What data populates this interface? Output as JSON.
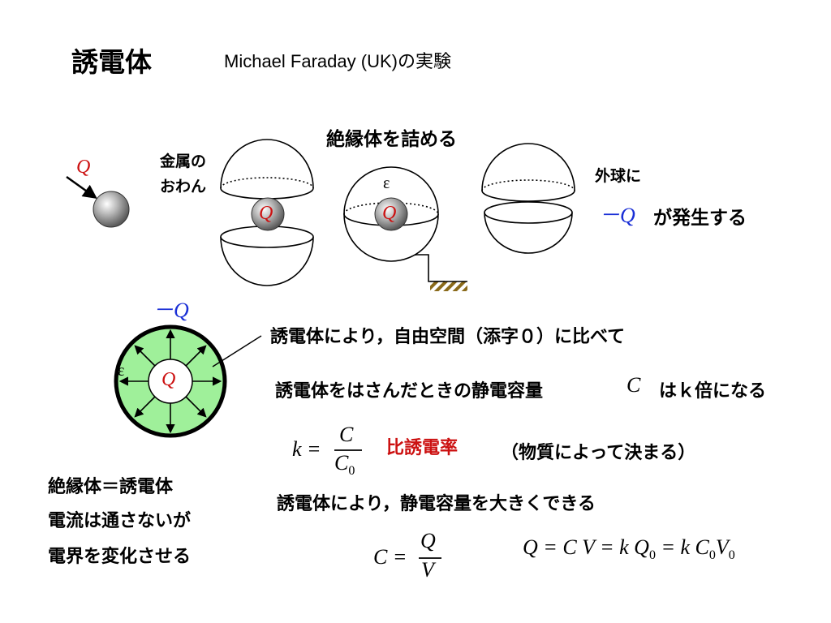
{
  "header": {
    "title": "誘電体",
    "subtitle": "Michael Faraday (UK)の実験"
  },
  "experiment": {
    "charge_q": "Q",
    "bowl_label_line1": "金属の",
    "bowl_label_line2": "おわん",
    "fill_label": "絶縁体を詰める",
    "epsilon_small": "ε",
    "inner_q_left": "Q",
    "inner_q_mid": "Q",
    "outer_label": "外球に",
    "neg_q": "－Q",
    "generated": "が発生する"
  },
  "field_diagram": {
    "neg_q": "－Q",
    "epsilon": "ε",
    "center_q": "Q"
  },
  "statements": {
    "line1": "誘電体により，自由空間（添字０）に比べて",
    "line2_a": "誘電体をはさんだときの静電容量",
    "line2_c": "C",
    "line2_b": "はｋ倍になる",
    "eq1_lhs": "k =",
    "eq1_num": "C",
    "eq1_den": "C",
    "eq1_den_sub": "0",
    "ratio_label": "比誘電率",
    "ratio_note": "（物質によって決まる）",
    "line3": "誘電体により，静電容量を大きくできる",
    "eq2_lhs": "C =",
    "eq2_num": "Q",
    "eq2_den": "V",
    "eq3": "Q = C V = k Q",
    "eq3_sub1": "0",
    "eq3_mid": " = k C",
    "eq3_sub2": "0",
    "eq3_v": "V",
    "eq3_sub3": "0"
  },
  "notes": {
    "line1": "絶縁体＝誘電体",
    "line2": "電流は通さないが",
    "line3": "電界を変化させる"
  },
  "colors": {
    "red": "#cc1111",
    "blue": "#1a2fd6",
    "dielectric_green": "#9ff09a",
    "ground_hatch": "#8a6a1a"
  }
}
